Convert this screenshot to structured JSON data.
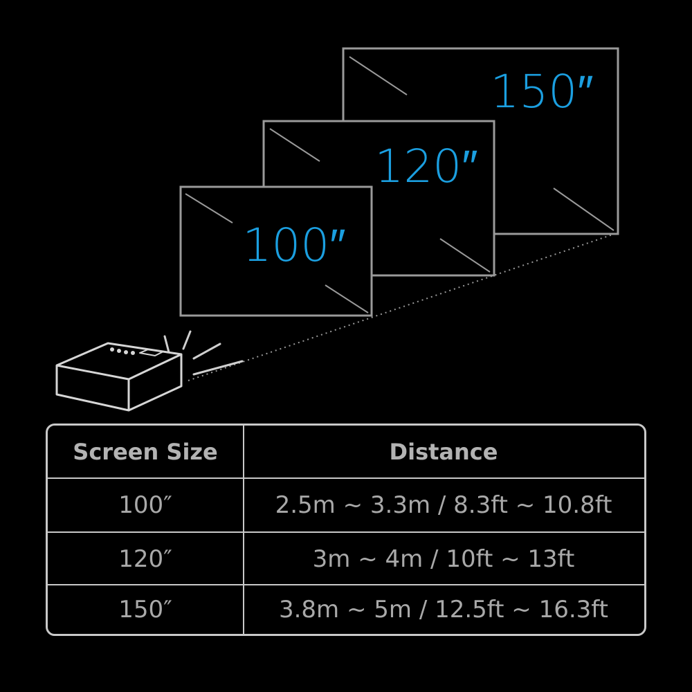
{
  "screens": [
    {
      "label": "100″"
    },
    {
      "label": "120″"
    },
    {
      "label": "150″"
    }
  ],
  "table": {
    "headers": [
      "Screen Size",
      "Distance"
    ],
    "rows": [
      [
        "100″",
        "2.5m ~ 3.3m / 8.3ft ~ 10.8ft"
      ],
      [
        "120″",
        "3m ~ 4m / 10ft ~ 13ft"
      ],
      [
        "150″",
        "3.8m ~ 5m / 12.5ft ~ 16.3ft"
      ]
    ]
  },
  "colors": {
    "background": "#000000",
    "accent_blue": "#1b9fe0",
    "line_gray": "#9a9a9a",
    "text_gray": "#b3b3b3"
  }
}
